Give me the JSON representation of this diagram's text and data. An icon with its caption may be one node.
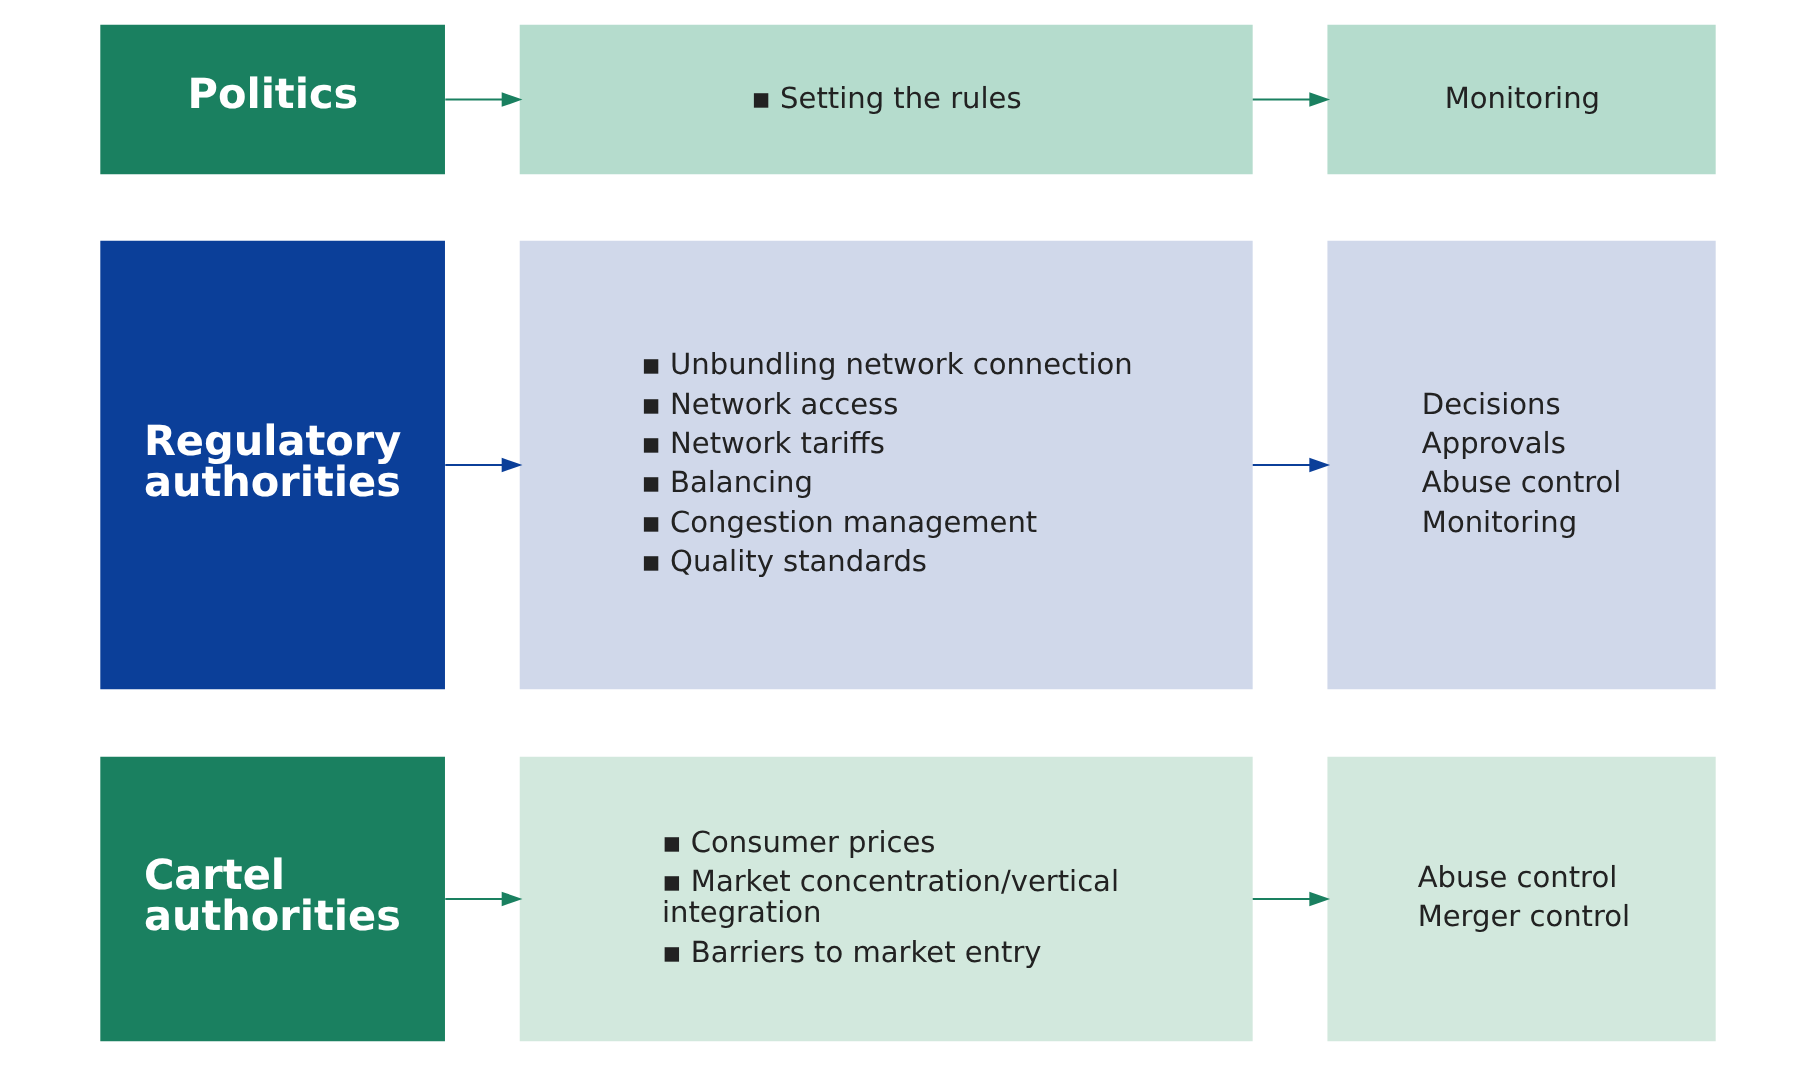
{
  "diagram": {
    "nodes": [
      {
        "text": [
          "Politics"
        ]
      },
      {
        "text": [
          "▪ Setting the rules"
        ]
      },
      {
        "text": [
          "Monitoring"
        ]
      },
      {
        "text": [
          "Regulatory authorities"
        ]
      },
      {
        "text": [
          "▪ Unbundling network connection",
          "▪ Network access",
          "▪ Network tariffs",
          "▪ Balancing",
          "▪ Congestion management",
          "▪ Quality standards"
        ]
      },
      {
        "text": [
          "Decisions",
          "Approvals",
          "Abuse control",
          "Monitoring"
        ]
      },
      {
        "text": [
          "Cartel authorities"
        ]
      },
      {
        "text": [
          "▪ Consumer prices",
          "▪ Market concentration/vertical integration",
          "▪ Barriers to market entry"
        ]
      },
      {
        "text": [
          "Abuse control",
          "Merger control"
        ]
      }
    ],
    "edges": [
      {
        "from": 0,
        "to": 1,
        "arrow": "to"
      },
      {
        "from": 1,
        "to": 2,
        "arrow": "to"
      },
      {
        "from": 3,
        "to": 4,
        "arrow": "to",
        "color": "#0b3f99"
      },
      {
        "from": 4,
        "to": 5,
        "arrow": "to",
        "color": "#0b3f99"
      },
      {
        "from": 6,
        "to": 7,
        "arrow": "to"
      },
      {
        "from": 7,
        "to": 8,
        "arrow": "to"
      }
    ]
  }
}
